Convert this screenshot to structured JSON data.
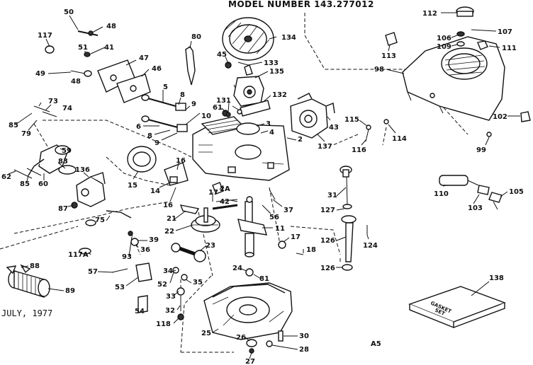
{
  "header": {
    "model": "MODEL NUMBER 143.277012"
  },
  "footer": {
    "date": "JULY, 1977",
    "page": "A5"
  },
  "gasket_set": {
    "line1": "GASKET",
    "line2": "SET"
  },
  "callouts": {
    "p50": "50",
    "p48a": "48",
    "p117": "117",
    "p41": "41",
    "p51": "51",
    "p47": "47",
    "p49": "49",
    "p48b": "48",
    "p46": "46",
    "p5": "5",
    "p8a": "8",
    "p9a": "9",
    "p10": "10",
    "p6": "6",
    "p8b": "8",
    "p9b": "9",
    "p73": "73",
    "p74": "74",
    "p85a": "85",
    "p79": "79",
    "p59": "59",
    "p83": "83",
    "p136": "136",
    "p62": "62",
    "p85b": "85",
    "p60": "60",
    "p87": "87",
    "p15": "15",
    "p16a": "16",
    "p14": "14",
    "p16b": "16",
    "p80": "80",
    "p134": "134",
    "p45": "45",
    "p133": "133",
    "p135": "135",
    "p131": "131",
    "p61": "61",
    "p132": "132",
    "p3": "3",
    "p4": "4",
    "p2": "2",
    "p137": "137",
    "p43": "43",
    "p2a": "2A",
    "p17a": "17",
    "p42": "42",
    "p37": "37",
    "p56": "56",
    "p21": "21",
    "p11": "11",
    "p22": "22",
    "p17b": "17",
    "p18": "18",
    "p75": "75",
    "p39": "39",
    "p36": "36",
    "p93": "93",
    "p117a": "117A",
    "p23": "23",
    "p57": "57",
    "p53": "53",
    "p52": "52",
    "p34": "34",
    "p35": "35",
    "p33": "33",
    "p54": "54",
    "p32": "32",
    "p118": "118",
    "p24": "24",
    "p81": "81",
    "p25": "25",
    "p88": "88",
    "p89": "89",
    "p26": "26",
    "p27": "27",
    "p28": "28",
    "p30": "30",
    "p112": "112",
    "p107": "107",
    "p106": "106",
    "p109": "109",
    "p111": "111",
    "p113": "113",
    "p98": "98",
    "p115": "115",
    "p114": "114",
    "p116": "116",
    "p102": "102",
    "p99": "99",
    "p31": "31",
    "p127": "127",
    "p126a": "126",
    "p124": "124",
    "p126b": "126",
    "p110": "110",
    "p105": "105",
    "p103": "103",
    "p138": "138"
  }
}
